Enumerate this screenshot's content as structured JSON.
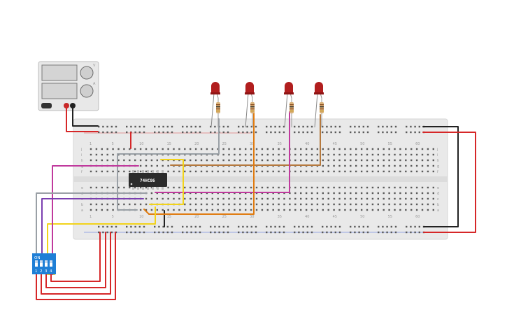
{
  "power_supply": {
    "icon": "dc-power-supply-icon",
    "knob_labels": [
      "V",
      "A"
    ]
  },
  "breadboard": {
    "column_labels": [
      "1",
      "5",
      "10",
      "15",
      "20",
      "25",
      "30",
      "35",
      "40",
      "45",
      "50",
      "55",
      "60"
    ],
    "row_labels_top": [
      "j",
      "i",
      "h",
      "g",
      "f"
    ],
    "row_labels_bottom": [
      "e",
      "d",
      "c",
      "b",
      "a"
    ]
  },
  "ic_chip": {
    "label": "74HC86",
    "icon": "ic-dip-chip-icon"
  },
  "dip_switch": {
    "label": "ON",
    "switch_numbers": [
      "1",
      "2",
      "3",
      "4"
    ]
  },
  "leds": [
    {
      "icon": "red-led-icon",
      "color": "#b11e1e"
    },
    {
      "icon": "red-led-icon",
      "color": "#b11e1e"
    },
    {
      "icon": "red-led-icon",
      "color": "#b11e1e"
    },
    {
      "icon": "red-led-icon",
      "color": "#b11e1e"
    }
  ],
  "colors": {
    "wire_red": "#d62728",
    "wire_black": "#222222",
    "wire_gray": "#9aa0a6",
    "wire_magenta": "#c0399d",
    "wire_purple": "#7b3fb0",
    "wire_orange": "#e07b10",
    "wire_yellow": "#f2d31b",
    "wire_brown": "#b5793e",
    "dip_blue": "#1f7fd6"
  }
}
